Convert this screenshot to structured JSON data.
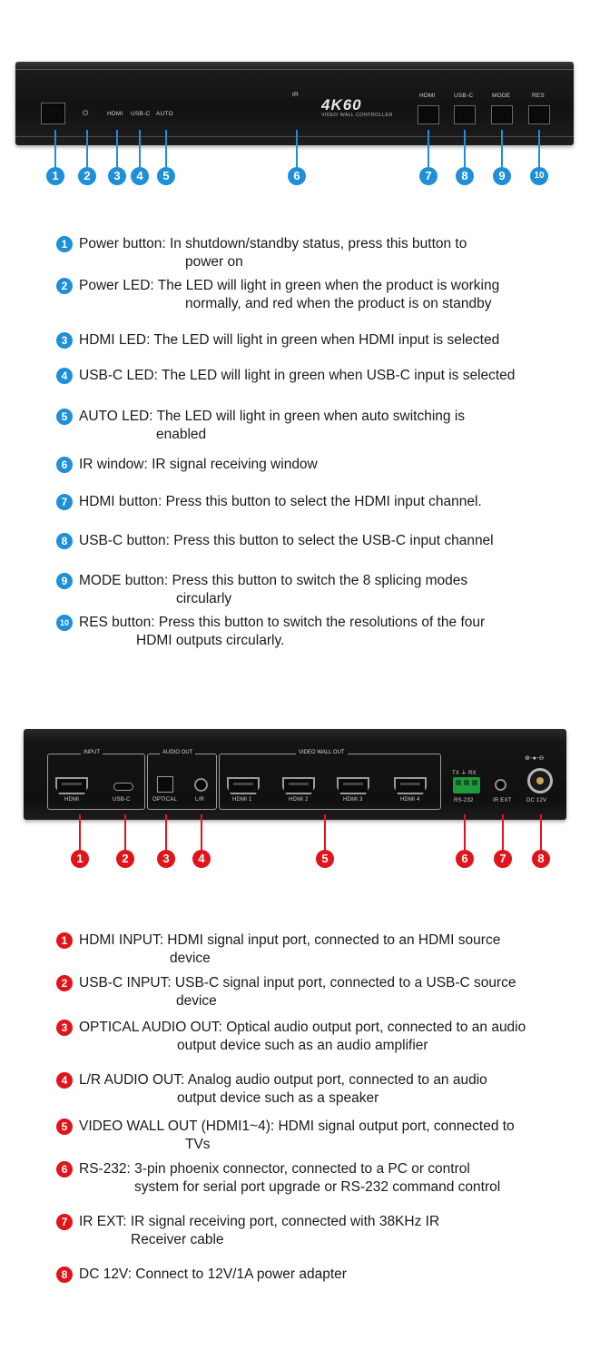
{
  "front": {
    "labels": {
      "power_icon": "⏻",
      "hdmi": "HDMI",
      "usbc": "USB-C",
      "auto": "AUTO",
      "ir": "IR",
      "btn_hdmi": "HDMI",
      "btn_usbc": "USB-C",
      "btn_mode": "MODE",
      "btn_res": "RES"
    },
    "logo": "4K60",
    "logo_sub": "VIDEO WALL CONTROLLER",
    "badges": [
      "1",
      "2",
      "3",
      "4",
      "5",
      "6",
      "7",
      "8",
      "9",
      "10"
    ],
    "accent": "#1e8fd8"
  },
  "front_items": [
    {
      "n": "1",
      "l1": "Power button: In shutdown/standby status, press this button to",
      "l2": "power on"
    },
    {
      "n": "2",
      "l1": "Power LED: The LED will light in green when the product is working",
      "l2": "normally, and red when the product is on standby"
    },
    {
      "n": "3",
      "l1": "HDMI LED: The LED will light in green when HDMI input is selected",
      "l2": ""
    },
    {
      "n": "4",
      "l1": "USB-C LED: The LED will light in green when USB-C input is selected",
      "l2": ""
    },
    {
      "n": "5",
      "l1": "AUTO LED: The LED will light in green when auto switching is",
      "l2": "enabled"
    },
    {
      "n": "6",
      "l1": "IR window: IR signal receiving window",
      "l2": ""
    },
    {
      "n": "7",
      "l1": "HDMI button: Press this button to select the HDMI input channel.",
      "l2": ""
    },
    {
      "n": "8",
      "l1": "USB-C button: Press this button to select the USB-C input channel",
      "l2": ""
    },
    {
      "n": "9",
      "l1": "MODE button: Press this button to switch the 8 splicing modes",
      "l2": "circularly"
    },
    {
      "n": "10",
      "l1": "RES button: Press this button to switch the resolutions of the four",
      "l2": "HDMI outputs circularly."
    }
  ],
  "rear": {
    "groups": {
      "input": "INPUT",
      "audio": "AUDIO OUT",
      "video": "VIDEO WALL OUT"
    },
    "ports": {
      "hdmi": "HDMI",
      "usbc": "USB-C",
      "optical": "OPTICAL",
      "lr": "L/R",
      "hdmi1": "HDMI 1",
      "hdmi2": "HDMI 2",
      "hdmi3": "HDMI 3",
      "hdmi4": "HDMI 4",
      "rs232": "RS-232",
      "rs232_top": "TX ⏚ RX",
      "irext": "IR EXT",
      "dc": "DC 12V",
      "dc_symbol": "⊕-●-⊖"
    },
    "badges": [
      "1",
      "2",
      "3",
      "4",
      "5",
      "6",
      "7",
      "8"
    ],
    "accent": "#e0141b"
  },
  "rear_items": [
    {
      "n": "1",
      "l1": "HDMI INPUT: HDMI signal input port, connected to an HDMI source",
      "l2": "device"
    },
    {
      "n": "2",
      "l1": "USB-C INPUT: USB-C signal input port, connected to a USB-C source",
      "l2": "device"
    },
    {
      "n": "3",
      "l1": "OPTICAL AUDIO OUT: Optical audio output port, connected to an audio",
      "l2": "output device such as an audio amplifier"
    },
    {
      "n": "4",
      "l1": "L/R AUDIO OUT: Analog audio output port, connected to an audio",
      "l2": "output device such as a speaker"
    },
    {
      "n": "5",
      "l1": "VIDEO WALL OUT (HDMI1~4): HDMI signal output port, connected to",
      "l2": "TVs"
    },
    {
      "n": "6",
      "l1": "RS-232: 3-pin phoenix connector, connected to a PC or control",
      "l2": "system for serial port upgrade or RS-232 command control"
    },
    {
      "n": "7",
      "l1": "IR EXT: IR signal receiving port, connected with 38KHz IR",
      "l2": "Receiver cable"
    },
    {
      "n": "8",
      "l1": "DC 12V: Connect to 12V/1A power adapter",
      "l2": ""
    }
  ]
}
